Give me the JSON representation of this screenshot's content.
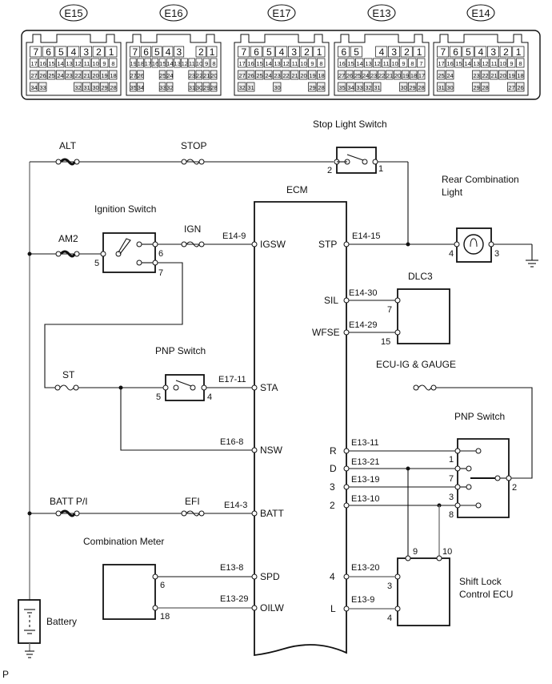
{
  "connectors": [
    {
      "id": "E15",
      "rows": [
        [
          "7",
          "6",
          "5",
          "4",
          "3",
          "2",
          "1"
        ],
        [
          "17",
          "16",
          "15",
          "14",
          "13",
          "12",
          "11",
          "10",
          "9",
          "8"
        ],
        [
          "27",
          "26",
          "25",
          "24",
          "23",
          "22",
          "21",
          "20",
          "19",
          "18"
        ],
        [
          "34",
          "33",
          "",
          "",
          "",
          "32",
          "31",
          "30",
          "29",
          "28"
        ]
      ]
    },
    {
      "id": "E16",
      "rows": [
        [
          "7",
          "6",
          "5",
          "4",
          "3",
          "",
          "2",
          "1"
        ],
        [
          "19",
          "18",
          "17",
          "16",
          "15",
          "14",
          "13",
          "12",
          "11",
          "10",
          "9",
          "8"
        ],
        [
          "27",
          "26",
          "",
          "",
          "25",
          "24",
          "",
          "",
          "23",
          "22",
          "21",
          "20"
        ],
        [
          "35",
          "34",
          "",
          "",
          "33",
          "32",
          "",
          "",
          "31",
          "30",
          "29",
          "28"
        ]
      ]
    },
    {
      "id": "E17",
      "rows": [
        [
          "7",
          "6",
          "5",
          "4",
          "3",
          "2",
          "1"
        ],
        [
          "17",
          "16",
          "15",
          "14",
          "13",
          "12",
          "11",
          "10",
          "9",
          "8"
        ],
        [
          "27",
          "26",
          "25",
          "24",
          "23",
          "22",
          "21",
          "20",
          "19",
          "18"
        ],
        [
          "32",
          "31",
          "",
          "",
          "30",
          "",
          "",
          "",
          "29",
          "28"
        ]
      ]
    },
    {
      "id": "E13",
      "rows": [
        [
          "6",
          "5",
          "",
          "4",
          "3",
          "2",
          "1"
        ],
        [
          "16",
          "15",
          "14",
          "13",
          "12",
          "11",
          "10",
          "9",
          "8",
          "7"
        ],
        [
          "27",
          "26",
          "25",
          "24",
          "23",
          "22",
          "21",
          "20",
          "19",
          "18",
          "17"
        ],
        [
          "35",
          "34",
          "33",
          "32",
          "31",
          "",
          "",
          "30",
          "29",
          "28"
        ]
      ]
    },
    {
      "id": "E14",
      "rows": [
        [
          "7",
          "6",
          "5",
          "4",
          "3",
          "2",
          "1"
        ],
        [
          "17",
          "16",
          "15",
          "14",
          "13",
          "12",
          "11",
          "10",
          "9",
          "8"
        ],
        [
          "25",
          "24",
          "",
          "",
          "23",
          "22",
          "21",
          "20",
          "19",
          "18"
        ],
        [
          "31",
          "30",
          "",
          "",
          "29",
          "28",
          "",
          "",
          "27",
          "26"
        ]
      ]
    }
  ],
  "components": {
    "ecm": "ECM",
    "stop_light_switch": "Stop Light Switch",
    "rear_combination_light": [
      "Rear Combination",
      "Light"
    ],
    "ignition_switch": "Ignition Switch",
    "dlc3": "DLC3",
    "pnp_switch_left": "PNP Switch",
    "pnp_switch_right": "PNP Switch",
    "ecu_ig_gauge": "ECU-IG  & GAUGE",
    "combination_meter": "Combination Meter",
    "shift_lock_ecu": [
      "Shift Lock",
      "Control ECU"
    ],
    "battery": "Battery"
  },
  "fuses": {
    "alt": "ALT",
    "stop": "STOP",
    "am2": "AM2",
    "ign": "IGN",
    "st": "ST",
    "batt_pi": "BATT P/I",
    "efi": "EFI"
  },
  "ecm_terminals": {
    "igsw": {
      "name": "IGSW",
      "pin": "E14-9"
    },
    "sta": {
      "name": "STA",
      "pin": "E17-11"
    },
    "nsw": {
      "name": "NSW",
      "pin": "E16-8"
    },
    "batt": {
      "name": "BATT",
      "pin": "E14-3"
    },
    "spd": {
      "name": "SPD",
      "pin": "E13-8"
    },
    "oilw": {
      "name": "OILW",
      "pin": "E13-29"
    },
    "stp": {
      "name": "STP",
      "pin": "E14-15"
    },
    "sil": {
      "name": "SIL",
      "pin": "E14-30"
    },
    "wfse": {
      "name": "WFSE",
      "pin": "E14-29"
    },
    "r": {
      "name": "R",
      "pin": "E13-11"
    },
    "d": {
      "name": "D",
      "pin": "E13-21"
    },
    "t3": {
      "name": "3",
      "pin": "E13-19"
    },
    "t2": {
      "name": "2",
      "pin": "E13-10"
    },
    "t4": {
      "name": "4",
      "pin": "E13-20"
    },
    "l": {
      "name": "L",
      "pin": "E13-9"
    }
  },
  "component_pins": {
    "stop_sw_in": "2",
    "stop_sw_out": "1",
    "rcl_in": "4",
    "rcl_out": "3",
    "ign_in": "5",
    "ign_out1": "6",
    "ign_out2": "7",
    "pnp_in": "5",
    "pnp_out": "4",
    "dlc3_a": "7",
    "dlc3_b": "15",
    "pnp2_r": "1",
    "pnp2_d": "7",
    "pnp2_3": "3",
    "pnp2_2": "8",
    "pnp2_com": "2",
    "meter_a": "6",
    "meter_b": "18",
    "sl_9": "9",
    "sl_10": "10",
    "sl_3": "3",
    "sl_4": "4"
  },
  "footer_mark": "P"
}
